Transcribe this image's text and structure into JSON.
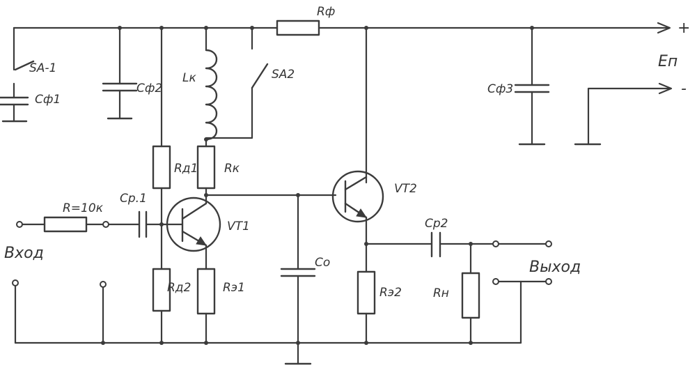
{
  "labels": {
    "r_f": "Rф",
    "plus": "+",
    "minus": "-",
    "e_n": "Eп",
    "sa1": "SA-1",
    "c_f1": "Cф1",
    "c_f2": "Cф2",
    "l_k": "Lк",
    "sa2": "SA2",
    "c_f3": "Cф3",
    "r_d1": "Rд1",
    "r_k": "Rк",
    "vt2": "VT2",
    "r_input": "R=10к",
    "c_p1": "Cр.1",
    "vt1": "VT1",
    "input": "Вход",
    "c_o": "Cо",
    "c_p2": "Cр2",
    "output": "Выход",
    "r_d2": "Rд2",
    "r_e1": "Rэ1",
    "r_e2": "Rэ2",
    "r_n": "Rн"
  },
  "colors": {
    "line": "#3b3b3b",
    "text": "#333333",
    "background": "#ffffff"
  }
}
